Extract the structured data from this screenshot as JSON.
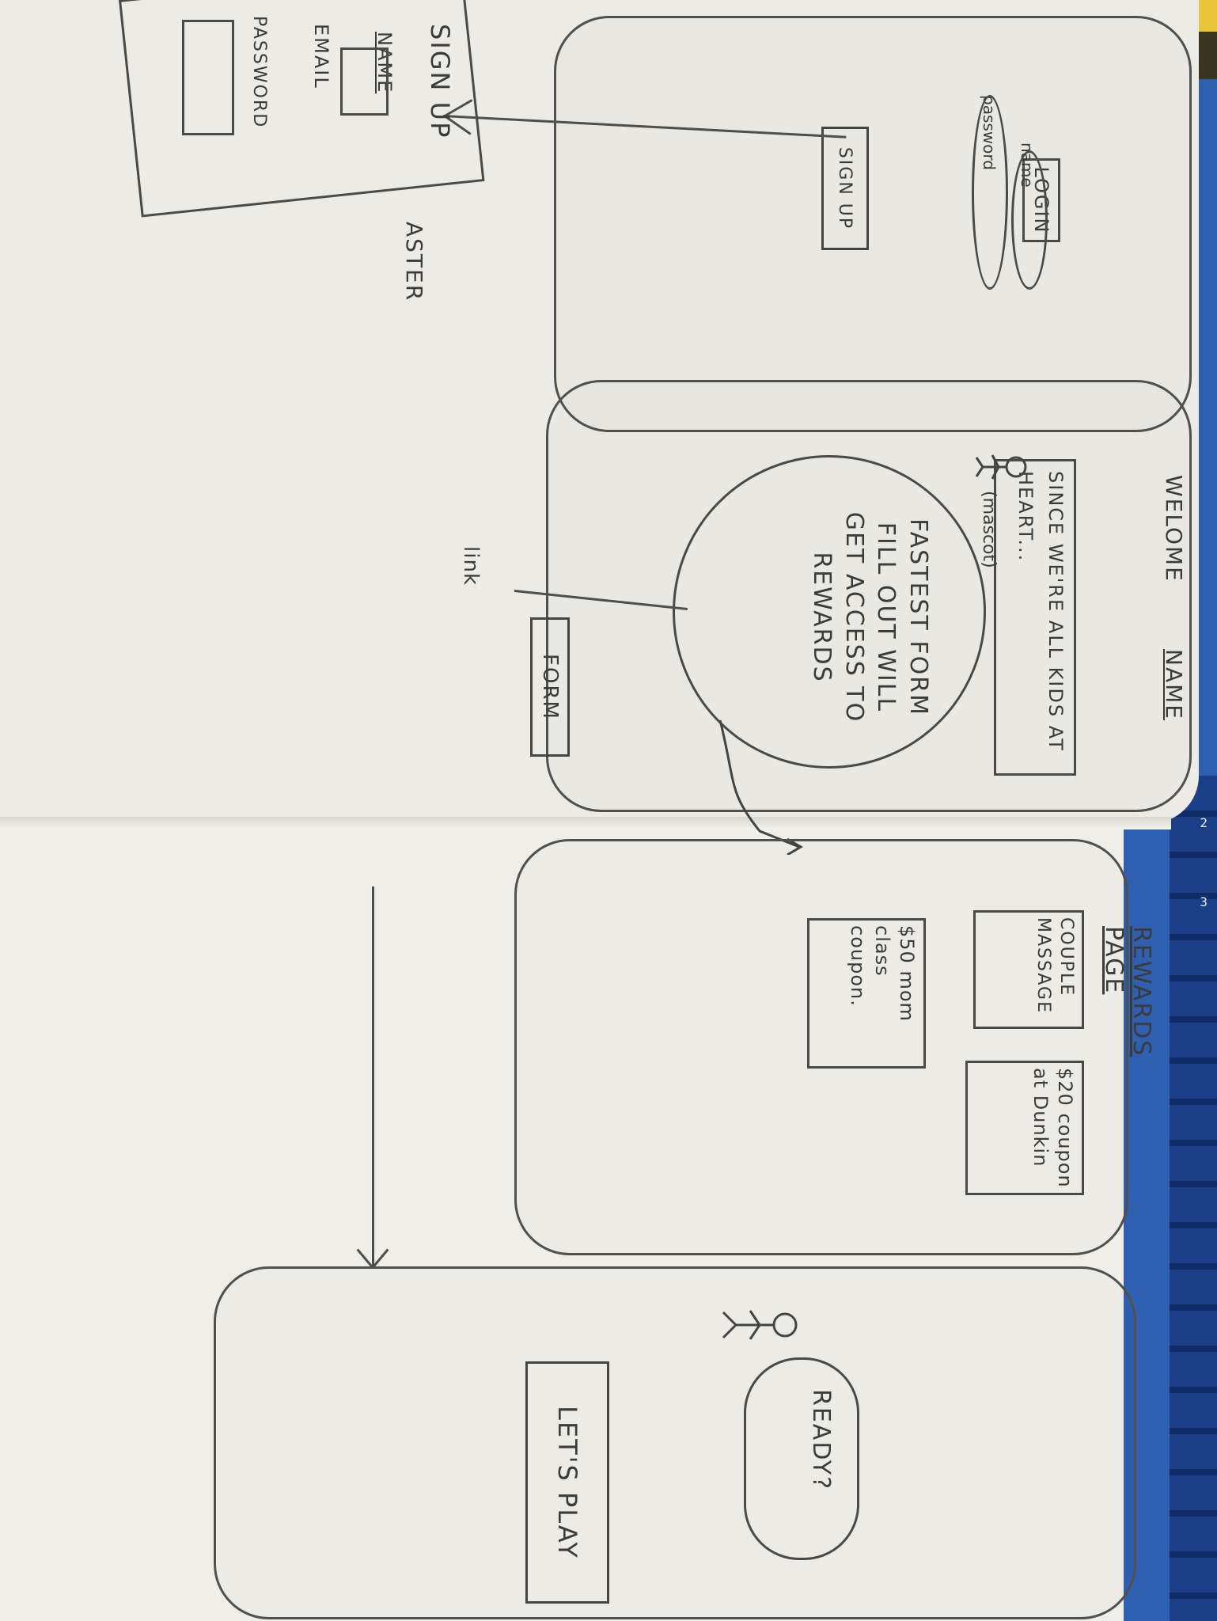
{
  "login_screen": {
    "app_name": "ASTER",
    "title": "LOGIN",
    "name_label": "name",
    "password_label": "password",
    "signup_button": "SIGN UP"
  },
  "signup_card": {
    "title": "SIGN UP",
    "name_label": "NAME",
    "email_label": "EMAIL",
    "password_label": "PASSWORD"
  },
  "welcome_screen": {
    "title": "WELOME",
    "name_label": "NAME",
    "banner": "SINCE WE'RE ALL KIDS AT HEART...",
    "mascot_label": "(mascot)",
    "bubble_text": "FASTEST FORM FILL OUT WILL GET ACCESS TO REWARDS",
    "form_button": "FORM",
    "link_note": "link"
  },
  "rewards_screen": {
    "title": "REWARDS PAGE",
    "cards": [
      "COUPLE MASSAGE",
      "$20 coupon at Dunkin",
      "$50 mom class coupon."
    ]
  },
  "play_screen": {
    "bubble_text": "READY?",
    "play_button": "LET'S PLAY"
  },
  "keyboard": {
    "keys": [
      "2",
      "3"
    ]
  }
}
